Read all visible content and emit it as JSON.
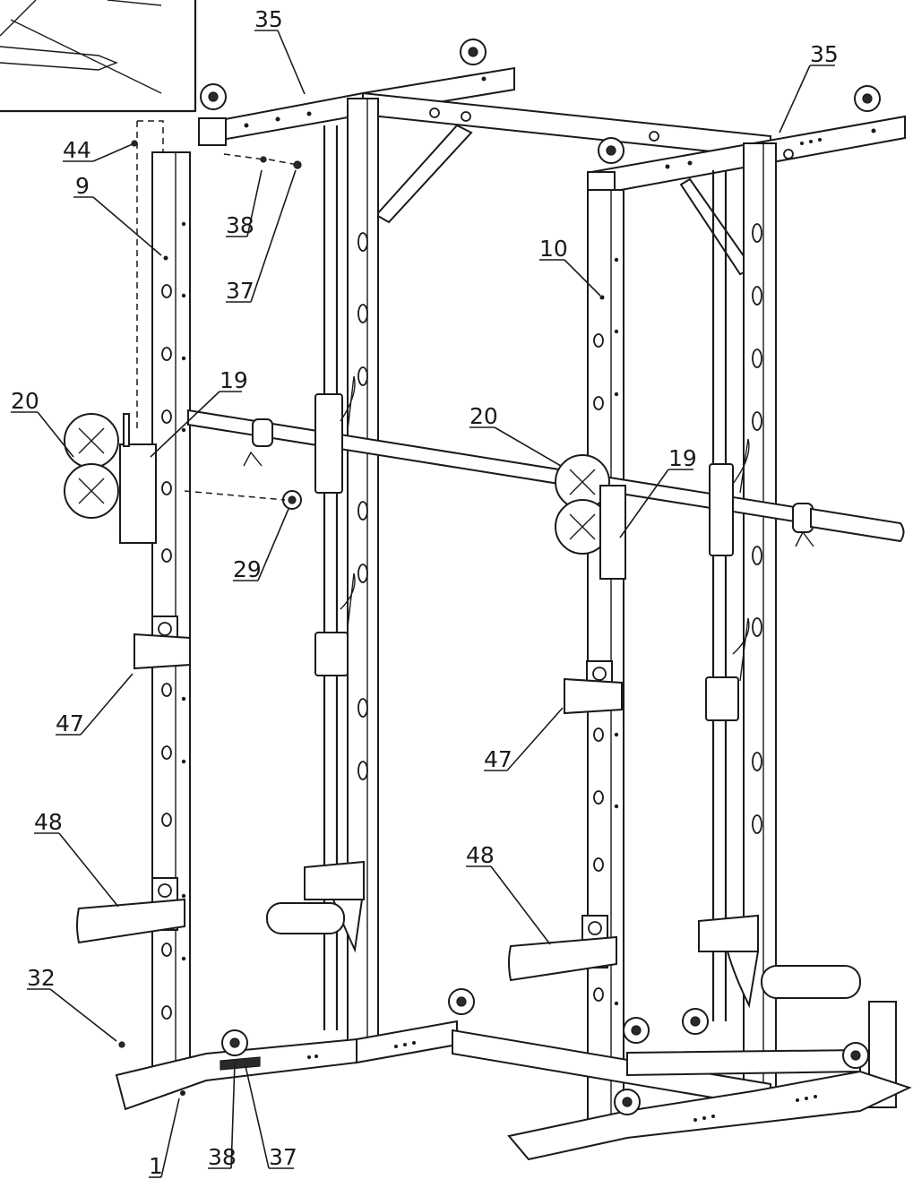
{
  "callouts": [
    {
      "id": "c35a",
      "label": "35"
    },
    {
      "id": "c35b",
      "label": "35"
    },
    {
      "id": "c44",
      "label": "44"
    },
    {
      "id": "c9",
      "label": "9"
    },
    {
      "id": "c38a",
      "label": "38"
    },
    {
      "id": "c37a",
      "label": "37"
    },
    {
      "id": "c10",
      "label": "10"
    },
    {
      "id": "c20a",
      "label": "20"
    },
    {
      "id": "c19a",
      "label": "19"
    },
    {
      "id": "c20b",
      "label": "20"
    },
    {
      "id": "c19b",
      "label": "19"
    },
    {
      "id": "c29",
      "label": "29"
    },
    {
      "id": "c47a",
      "label": "47"
    },
    {
      "id": "c47b",
      "label": "47"
    },
    {
      "id": "c48a",
      "label": "48"
    },
    {
      "id": "c48b",
      "label": "48"
    },
    {
      "id": "c32",
      "label": "32"
    },
    {
      "id": "c1",
      "label": "1"
    },
    {
      "id": "c38b",
      "label": "38"
    },
    {
      "id": "c37b",
      "label": "37"
    }
  ]
}
